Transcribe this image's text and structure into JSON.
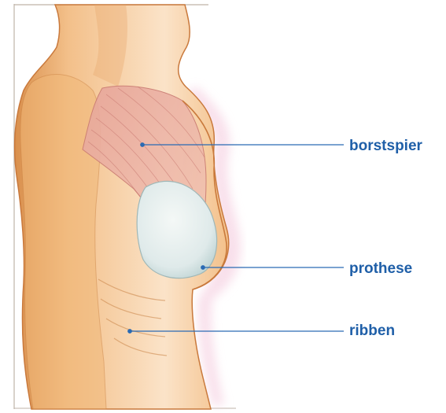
{
  "colors": {
    "label_text": "#1f5fa8",
    "leader_line": "#2a6ab3",
    "skin_light": "#fbe3c8",
    "skin_mid": "#f3c08a",
    "skin_shadow": "#d98f4c",
    "muscle": "#e7a59a",
    "muscle_stripe": "#c97a72",
    "implant": "#dfeaea",
    "implant_shadow": "#b8cfcf",
    "halo": "#f6d3e3",
    "outline": "#c9793c"
  },
  "labels": {
    "borstspier": "borstspier",
    "prothese": "prothese",
    "ribben": "ribben"
  }
}
